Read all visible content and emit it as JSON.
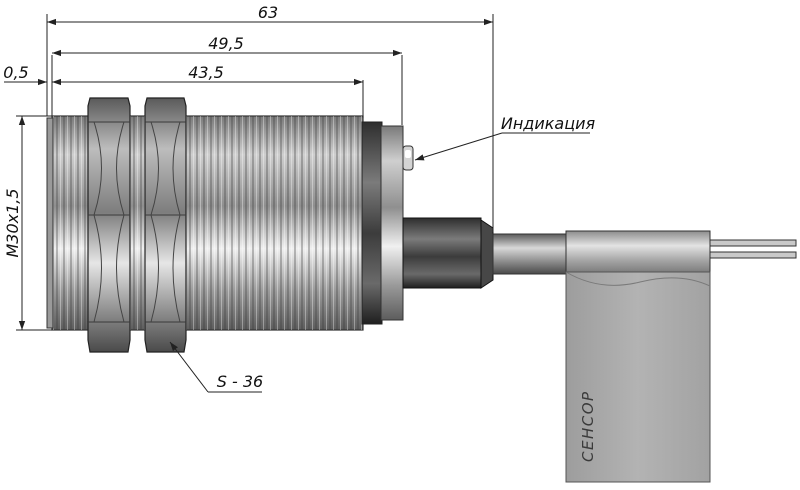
{
  "drawing": {
    "dimensions": {
      "overall_length": "63",
      "housing_length": "49,5",
      "thread_length": "43,5",
      "offset": "0,5",
      "thread_spec": "M30x1,5"
    },
    "callouts": {
      "indicator": "Индикация",
      "wrench_size": "S - 36"
    },
    "label_tag": {
      "brand": "СЕНСОР"
    },
    "colors": {
      "line": "#222222",
      "metal_dark": "#6f6f6f",
      "metal_light": "#f2f2f2",
      "tag_fill": "#a9a9a9"
    }
  }
}
